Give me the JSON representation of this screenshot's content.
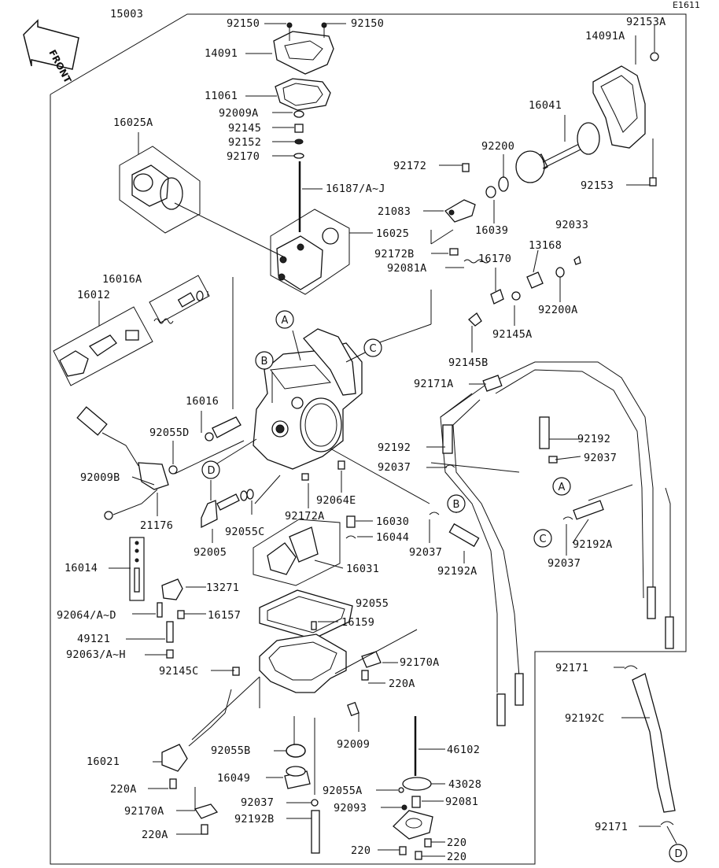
{
  "diagram_code": "E1611",
  "front_label": "FRONT",
  "labels": {
    "L15003": "15003",
    "L92150a": "92150",
    "L92150b": "92150",
    "L92153A": "92153A",
    "L14091": "14091",
    "L14091A": "14091A",
    "L11061": "11061",
    "L92009A": "92009A",
    "L92145": "92145",
    "L92152": "92152",
    "L92170": "92170",
    "L16187": "16187/A~J",
    "L16025A": "16025A",
    "L16041": "16041",
    "L92200": "92200",
    "L92172": "92172",
    "L92153": "92153",
    "L21083": "21083",
    "L16039": "16039",
    "L92033": "92033",
    "L16025": "16025",
    "L92172B": "92172B",
    "L13168": "13168",
    "L16170": "16170",
    "L92081A": "92081A",
    "L16016A": "16016A",
    "L16012": "16012",
    "L92200A": "92200A",
    "L92145A": "92145A",
    "L92145B": "92145B",
    "L92171A": "92171A",
    "L16016": "16016",
    "L92055D": "92055D",
    "L92192a": "92192",
    "L92192b": "92192",
    "L92037a": "92037",
    "L92037b": "92037",
    "L92009B": "92009B",
    "L92064E": "92064E",
    "L21176": "21176",
    "L92055C": "92055C",
    "L92172A": "92172A",
    "L16030": "16030",
    "L92005": "92005",
    "L16044": "16044",
    "L92037c": "92037",
    "L92192Aa": "92192A",
    "L92192Ab": "92192A",
    "L92037d": "92037",
    "L16014": "16014",
    "L16031": "16031",
    "L13271": "13271",
    "L92055": "92055",
    "L92064AD": "92064/A~D",
    "L16157": "16157",
    "L16159": "16159",
    "L49121": "49121",
    "L92063AH": "92063/A~H",
    "L92170A": "92170A",
    "L92145C": "92145C",
    "L220Aa": "220A",
    "L92171a": "92171",
    "L92192C": "92192C",
    "L92009": "92009",
    "L92055B": "92055B",
    "L46102": "46102",
    "L16021": "16021",
    "L16049": "16049",
    "L43028": "43028",
    "L220Ab": "220A",
    "L92055A": "92055A",
    "L92170Ab": "92170A",
    "L92037e": "92037",
    "L92081": "92081",
    "L92093": "92093",
    "L92192B": "92192B",
    "L220Ac": "220A",
    "L220a": "220",
    "L220b": "220",
    "L220c": "220",
    "L92171b": "92171"
  },
  "circle_refs": {
    "A_top": "A",
    "B_top": "B",
    "C_top": "C",
    "D_top": "D",
    "A_r": "A",
    "B_r": "B",
    "C_r": "C",
    "D_r": "D"
  }
}
